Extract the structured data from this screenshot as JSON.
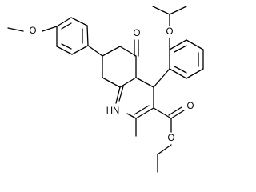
{
  "structure": {
    "atom_labels": {
      "methoxy_o": "O",
      "ketone_o": "O",
      "ether_o": "O",
      "ester_carbonyl_o": "O",
      "ester_o": "O",
      "amine_nh": "HN"
    }
  },
  "colors": {
    "bond": "#000000",
    "background": "#ffffff"
  }
}
